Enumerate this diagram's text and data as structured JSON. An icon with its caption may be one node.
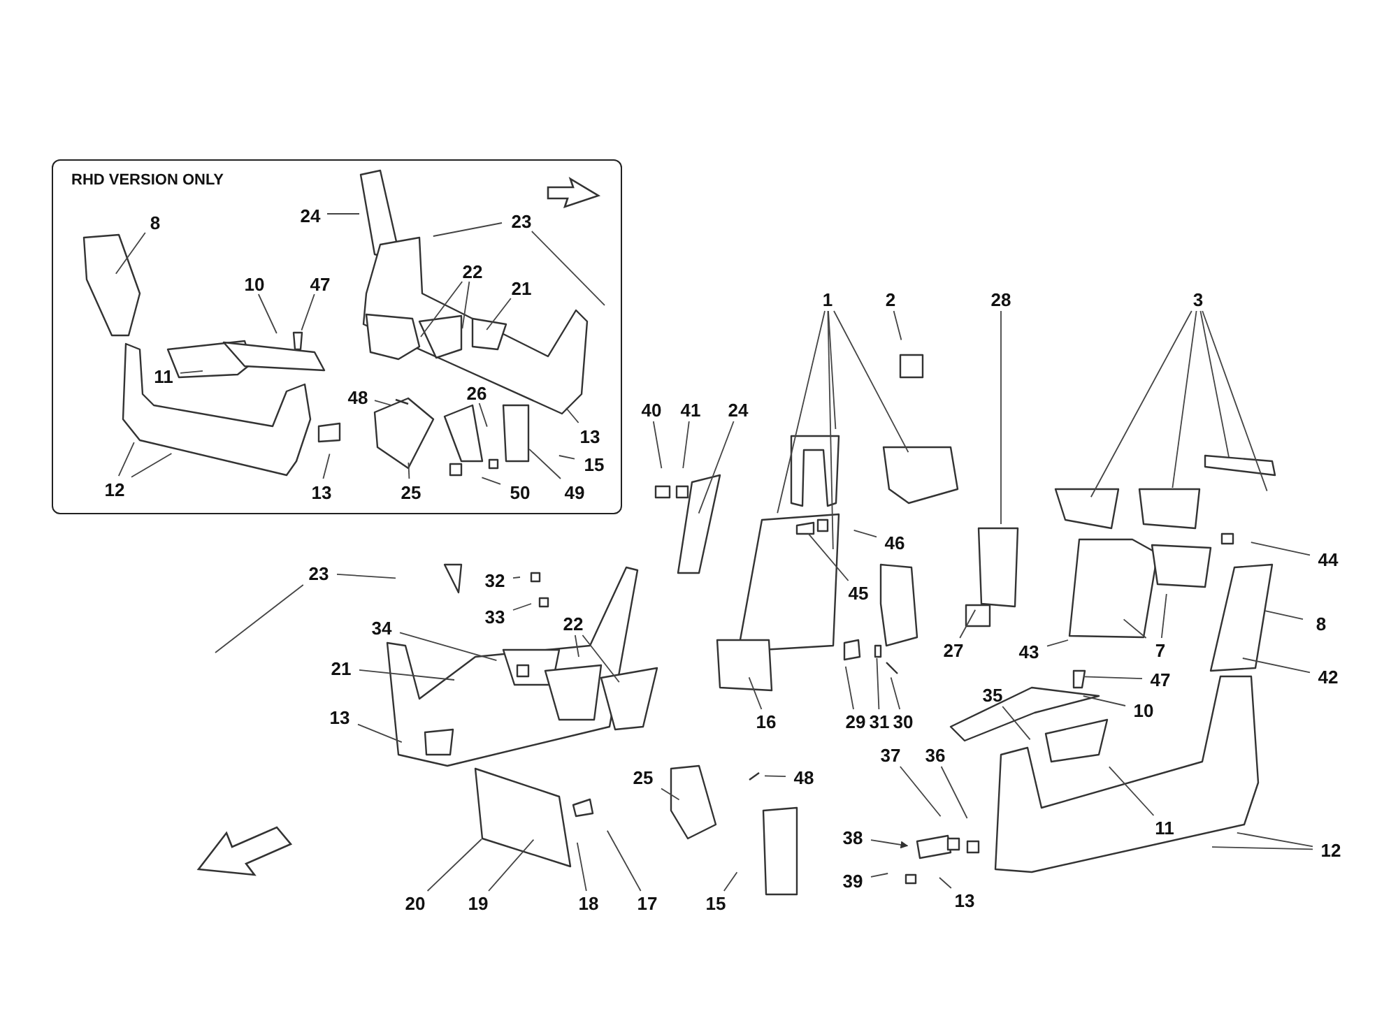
{
  "diagram": {
    "nodes": [
      {
        "text": [
          "RHD VERSION ONLY"
        ]
      },
      {
        "text": [
          "8"
        ],
        "in": 0
      },
      {
        "text": [
          "24"
        ],
        "in": 0
      },
      {
        "text": [
          "23"
        ],
        "in": 0
      },
      {
        "text": [
          "10"
        ],
        "in": 0
      },
      {
        "text": [
          "47"
        ],
        "in": 0
      },
      {
        "text": [
          "22"
        ],
        "in": 0
      },
      {
        "text": [
          "21"
        ],
        "in": 0
      },
      {
        "text": [
          "11"
        ],
        "in": 0
      },
      {
        "text": [
          "48"
        ],
        "in": 0
      },
      {
        "text": [
          "26"
        ],
        "in": 0
      },
      {
        "text": [
          "13"
        ],
        "in": 0
      },
      {
        "text": [
          "15"
        ],
        "in": 0
      },
      {
        "text": [
          "12"
        ],
        "in": 0
      },
      {
        "text": [
          "13"
        ],
        "in": 0
      },
      {
        "text": [
          "25"
        ],
        "in": 0
      },
      {
        "text": [
          "50"
        ],
        "in": 0
      },
      {
        "text": [
          "49"
        ],
        "in": 0
      },
      {
        "text": [
          "1"
        ]
      },
      {
        "text": [
          "2"
        ]
      },
      {
        "text": [
          "28"
        ]
      },
      {
        "text": [
          "3"
        ]
      },
      {
        "text": [
          "40"
        ]
      },
      {
        "text": [
          "41"
        ]
      },
      {
        "text": [
          "24"
        ]
      },
      {
        "text": [
          "46"
        ]
      },
      {
        "text": [
          "45"
        ]
      },
      {
        "text": [
          "44"
        ]
      },
      {
        "text": [
          "23"
        ]
      },
      {
        "text": [
          "32"
        ]
      },
      {
        "text": [
          "33"
        ]
      },
      {
        "text": [
          "34"
        ]
      },
      {
        "text": [
          "22"
        ]
      },
      {
        "text": [
          "21"
        ]
      },
      {
        "text": [
          "27"
        ]
      },
      {
        "text": [
          "43"
        ]
      },
      {
        "text": [
          "7"
        ]
      },
      {
        "text": [
          "8"
        ]
      },
      {
        "text": [
          "29"
        ]
      },
      {
        "text": [
          "31"
        ]
      },
      {
        "text": [
          "30"
        ]
      },
      {
        "text": [
          "16"
        ]
      },
      {
        "text": [
          "47"
        ]
      },
      {
        "text": [
          "42"
        ]
      },
      {
        "text": [
          "35"
        ]
      },
      {
        "text": [
          "10"
        ]
      },
      {
        "text": [
          "13"
        ]
      },
      {
        "text": [
          "36"
        ]
      },
      {
        "text": [
          "37"
        ]
      },
      {
        "text": [
          "48"
        ]
      },
      {
        "text": [
          "25"
        ]
      },
      {
        "text": [
          "11"
        ]
      },
      {
        "text": [
          "12"
        ]
      },
      {
        "text": [
          "38"
        ]
      },
      {
        "text": [
          "39"
        ]
      },
      {
        "text": [
          "13"
        ]
      },
      {
        "text": [
          "20"
        ]
      },
      {
        "text": [
          "19"
        ]
      },
      {
        "text": [
          "18"
        ]
      },
      {
        "text": [
          "17"
        ]
      },
      {
        "text": [
          "15"
        ]
      }
    ],
    "edges": [
      {
        "from": 1,
        "to": null,
        "arrow": "none"
      },
      {
        "from": 2,
        "to": null,
        "arrow": "none"
      },
      {
        "from": 3,
        "to": null,
        "arrow": "none"
      },
      {
        "from": 3,
        "to": null,
        "arrow": "none"
      },
      {
        "from": 4,
        "to": null,
        "arrow": "none"
      },
      {
        "from": 5,
        "to": null,
        "arrow": "none"
      },
      {
        "from": 6,
        "to": null,
        "arrow": "none"
      },
      {
        "from": 6,
        "to": null,
        "arrow": "none"
      },
      {
        "from": 7,
        "to": null,
        "arrow": "none"
      },
      {
        "from": 8,
        "to": null,
        "arrow": "none"
      },
      {
        "from": 9,
        "to": null,
        "arrow": "none"
      },
      {
        "from": 10,
        "to": null,
        "arrow": "none"
      },
      {
        "from": 11,
        "to": null,
        "arrow": "none"
      },
      {
        "from": 12,
        "to": null,
        "arrow": "none"
      },
      {
        "from": 13,
        "to": null,
        "arrow": "none"
      },
      {
        "from": 13,
        "to": null,
        "arrow": "none"
      },
      {
        "from": 14,
        "to": null,
        "arrow": "none"
      },
      {
        "from": 15,
        "to": null,
        "arrow": "none"
      },
      {
        "from": 16,
        "to": null,
        "arrow": "none"
      },
      {
        "from": 17,
        "to": null,
        "arrow": "none"
      },
      {
        "from": 18,
        "to": null,
        "arrow": "none"
      },
      {
        "from": 18,
        "to": null,
        "arrow": "none"
      },
      {
        "from": 18,
        "to": null,
        "arrow": "none"
      },
      {
        "from": 18,
        "to": null,
        "arrow": "none"
      },
      {
        "from": 19,
        "to": null,
        "arrow": "none"
      },
      {
        "from": 20,
        "to": null,
        "arrow": "none"
      },
      {
        "from": 21,
        "to": null,
        "arrow": "none"
      },
      {
        "from": 21,
        "to": null,
        "arrow": "none"
      },
      {
        "from": 21,
        "to": null,
        "arrow": "none"
      },
      {
        "from": 21,
        "to": null,
        "arrow": "none"
      },
      {
        "from": 22,
        "to": null,
        "arrow": "none"
      },
      {
        "from": 23,
        "to": null,
        "arrow": "none"
      },
      {
        "from": 24,
        "to": null,
        "arrow": "none"
      },
      {
        "from": 25,
        "to": null,
        "arrow": "none"
      },
      {
        "from": 26,
        "to": null,
        "arrow": "none"
      },
      {
        "from": 27,
        "to": null,
        "arrow": "none"
      },
      {
        "from": 28,
        "to": null,
        "arrow": "none"
      },
      {
        "from": 28,
        "to": null,
        "arrow": "none"
      },
      {
        "from": 29,
        "to": null,
        "arrow": "none"
      },
      {
        "from": 30,
        "to": null,
        "arrow": "none"
      },
      {
        "from": 31,
        "to": null,
        "arrow": "none"
      },
      {
        "from": 32,
        "to": null,
        "arrow": "none"
      },
      {
        "from": 32,
        "to": null,
        "arrow": "none"
      },
      {
        "from": 33,
        "to": null,
        "arrow": "none"
      },
      {
        "from": 34,
        "to": null,
        "arrow": "none"
      },
      {
        "from": 35,
        "to": null,
        "arrow": "none"
      },
      {
        "from": 36,
        "to": null,
        "arrow": "none"
      },
      {
        "from": 36,
        "to": null,
        "arrow": "none"
      },
      {
        "from": 37,
        "to": null,
        "arrow": "none"
      },
      {
        "from": 38,
        "to": null,
        "arrow": "none"
      },
      {
        "from": 39,
        "to": null,
        "arrow": "none"
      },
      {
        "from": 40,
        "to": null,
        "arrow": "none"
      },
      {
        "from": 41,
        "to": null,
        "arrow": "none"
      },
      {
        "from": 42,
        "to": null,
        "arrow": "none"
      },
      {
        "from": 43,
        "to": null,
        "arrow": "none"
      },
      {
        "from": 44,
        "to": null,
        "arrow": "none"
      },
      {
        "from": 45,
        "to": null,
        "arrow": "none"
      },
      {
        "from": 46,
        "to": null,
        "arrow": "none"
      },
      {
        "from": 47,
        "to": null,
        "arrow": "none"
      },
      {
        "from": 48,
        "to": null,
        "arrow": "none"
      },
      {
        "from": 49,
        "to": null,
        "arrow": "none"
      },
      {
        "from": 50,
        "to": null,
        "arrow": "none"
      },
      {
        "from": 51,
        "to": null,
        "arrow": "none"
      },
      {
        "from": 52,
        "to": null,
        "arrow": "none"
      },
      {
        "from": 52,
        "to": null,
        "arrow": "none"
      },
      {
        "from": 53,
        "to": null,
        "arrow": "to"
      },
      {
        "from": 54,
        "to": null,
        "arrow": "none"
      },
      {
        "from": 55,
        "to": null,
        "arrow": "none"
      },
      {
        "from": 56,
        "to": null,
        "arrow": "none"
      },
      {
        "from": 57,
        "to": null,
        "arrow": "none"
      },
      {
        "from": 58,
        "to": null,
        "arrow": "none"
      },
      {
        "from": 59,
        "to": null,
        "arrow": "none"
      },
      {
        "from": 60,
        "to": null,
        "arrow": "none"
      }
    ]
  }
}
